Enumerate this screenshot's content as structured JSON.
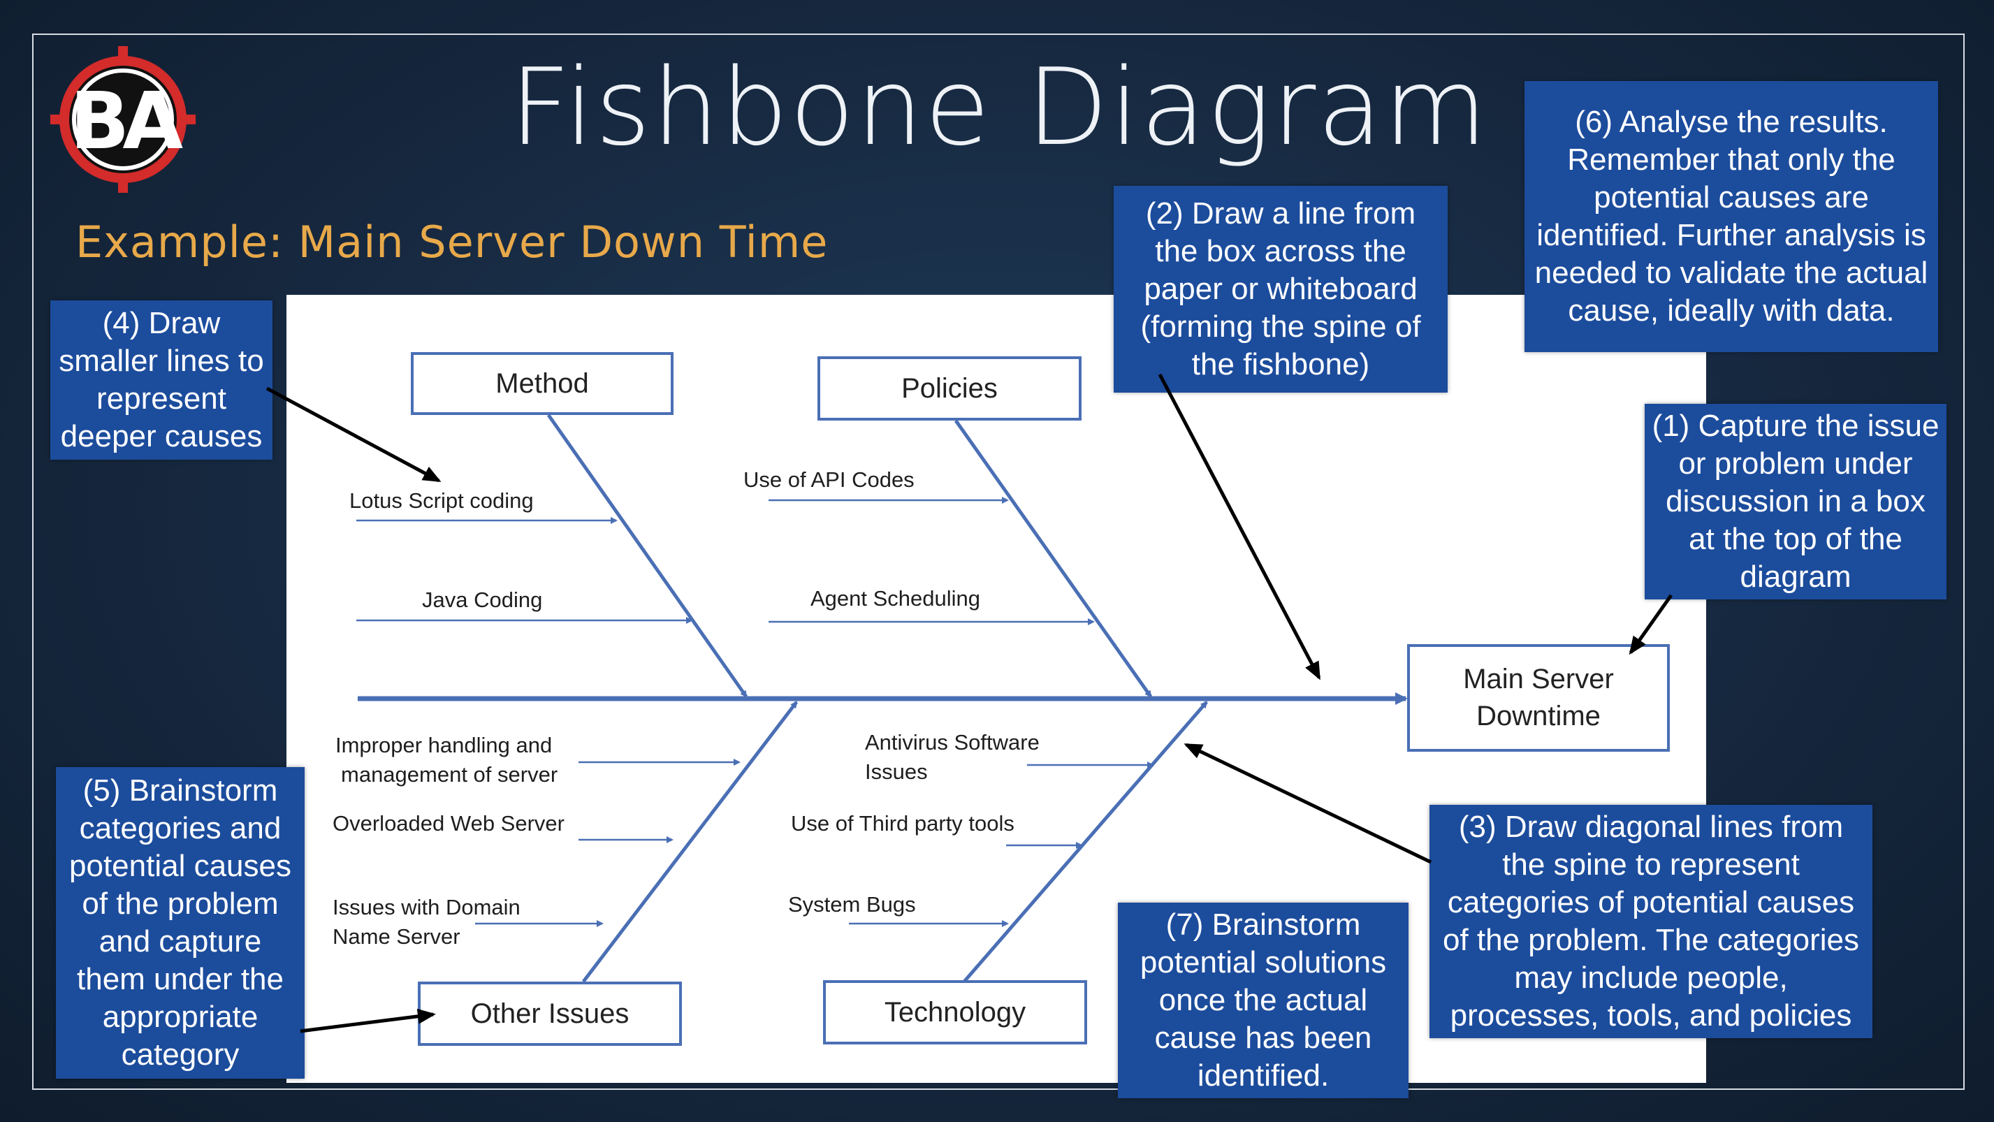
{
  "slide": {
    "title": "Fishbone Diagram",
    "subtitle": "Example: Main Server Down Time",
    "logo_text": "BA"
  },
  "diagram": {
    "problem": [
      "Main Server",
      "Downtime"
    ],
    "categories": {
      "method": "Method",
      "policies": "Policies",
      "other_issues": "Other Issues",
      "technology": "Technology"
    },
    "causes": {
      "method": [
        "Lotus Script coding",
        "Java Coding"
      ],
      "policies": [
        "Use of API Codes",
        "Agent Scheduling"
      ],
      "other_issues": [
        [
          "Improper handling and",
          "management of server"
        ],
        [
          "Overloaded Web Server"
        ],
        [
          "Issues with Domain",
          "Name Server"
        ]
      ],
      "technology": [
        [
          "Antivirus Software",
          "Issues"
        ],
        [
          "Use of Third party tools"
        ],
        [
          "System Bugs"
        ]
      ]
    }
  },
  "notes": {
    "step1": "(1) Capture the issue or problem under discussion in a box at the top of the diagram",
    "step2": "(2) Draw a line from the box across the paper or whiteboard (forming the spine of the fishbone)",
    "step3": "(3) Draw diagonal lines from the spine to represent categories of potential causes of the problem. The categories may include people, processes, tools, and policies",
    "step4": "(4) Draw smaller lines to represent deeper causes",
    "step5": "(5) Brainstorm categories and potential causes of the problem and capture them under the appropriate category",
    "step6": "(6) Analyse the results. Remember that only the potential causes are identified. Further analysis is needed to validate the actual cause, ideally with data.",
    "step7": "(7) Brainstorm potential solutions once the actual cause has been identified."
  },
  "colors": {
    "background": "#16283f",
    "title": "#eef2f6",
    "subtitle": "#e8a94a",
    "note_box": "#1c4c9c",
    "fishbone_line": "#4a6fb5",
    "logo_red": "#d42b2b"
  }
}
